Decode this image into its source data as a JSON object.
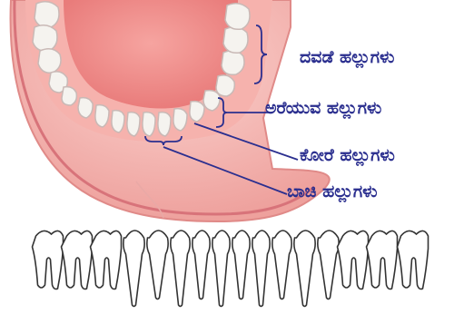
{
  "labels": {
    "molars": "ದವಡೆ ಹಲ್ಲುಗಳು",
    "premolars": "ಅರೆಯುವ ಹಲ್ಲುಗಳು",
    "canines": "ಕೋರೆ ಹಲ್ಲುಗಳು",
    "incisors": "ಬಾಚಿ ಹಲ್ಲುಗಳು"
  },
  "colors": {
    "label_text": "#2b2f8f",
    "leader_line": "#2b2f8f",
    "gum_pink": "#f3a7a2",
    "lip_red": "#e4878a",
    "tongue_pink": "#f08c8a",
    "tooth_white": "#f4f2ee",
    "tooth_outline": "#333333"
  },
  "teeth_row_count": 16
}
